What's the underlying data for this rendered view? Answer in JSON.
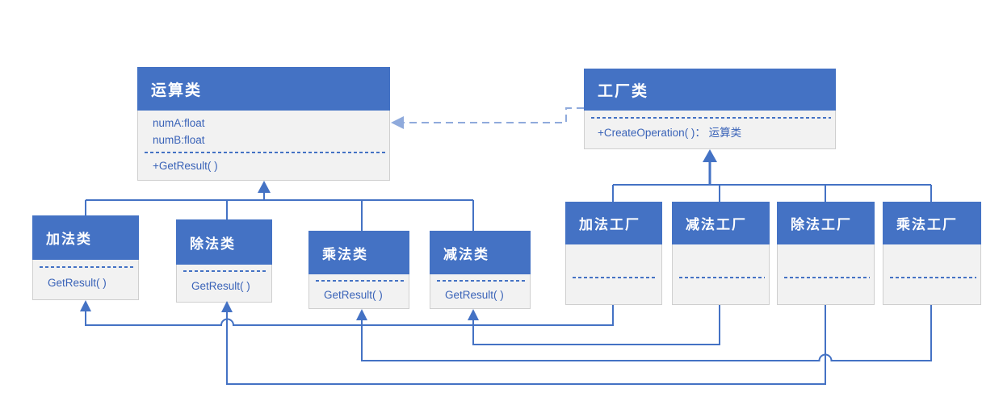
{
  "diagram_title": "simple-factory-pattern-uml",
  "colors": {
    "header_blue": "#4472C4",
    "connector_blue": "#4472C4",
    "dashed_dependency_blue": "#8FAADC",
    "body_fill": "#F2F2F2",
    "body_border": "#CFCFCF",
    "body_text_blue": "#3A63B8"
  },
  "classes": {
    "operation": {
      "title": "运算类",
      "attr1": "numA:float",
      "attr2": "numB:float",
      "method": "+GetResult( )"
    },
    "factory": {
      "title": "工厂类",
      "method": "+CreateOperation( )： 运算类"
    },
    "add": {
      "title": "加法类",
      "method": "GetResult( )"
    },
    "div": {
      "title": "除法类",
      "method": "GetResult( )"
    },
    "mul": {
      "title": "乘法类",
      "method": "GetResult( )"
    },
    "sub": {
      "title": "减法类",
      "method": "GetResult( )"
    },
    "addFactory": {
      "title": "加法工厂"
    },
    "subFactory": {
      "title": "减法工厂"
    },
    "divFactory": {
      "title": "除法工厂"
    },
    "mulFactory": {
      "title": "乘法工厂"
    }
  },
  "relations": [
    {
      "type": "inheritance",
      "from": "加法类",
      "to": "运算类"
    },
    {
      "type": "inheritance",
      "from": "除法类",
      "to": "运算类"
    },
    {
      "type": "inheritance",
      "from": "乘法类",
      "to": "运算类"
    },
    {
      "type": "inheritance",
      "from": "减法类",
      "to": "运算类"
    },
    {
      "type": "inheritance",
      "from": "加法工厂",
      "to": "工厂类"
    },
    {
      "type": "inheritance",
      "from": "减法工厂",
      "to": "工厂类"
    },
    {
      "type": "inheritance",
      "from": "除法工厂",
      "to": "工厂类"
    },
    {
      "type": "inheritance",
      "from": "乘法工厂",
      "to": "工厂类"
    },
    {
      "type": "dependency-dashed",
      "from": "工厂类",
      "to": "运算类"
    },
    {
      "type": "dependency",
      "from": "加法工厂",
      "to": "加法类"
    },
    {
      "type": "dependency",
      "from": "减法工厂",
      "to": "减法类"
    },
    {
      "type": "dependency",
      "from": "乘法工厂",
      "to": "乘法类"
    },
    {
      "type": "dependency",
      "from": "除法工厂",
      "to": "除法类"
    }
  ]
}
